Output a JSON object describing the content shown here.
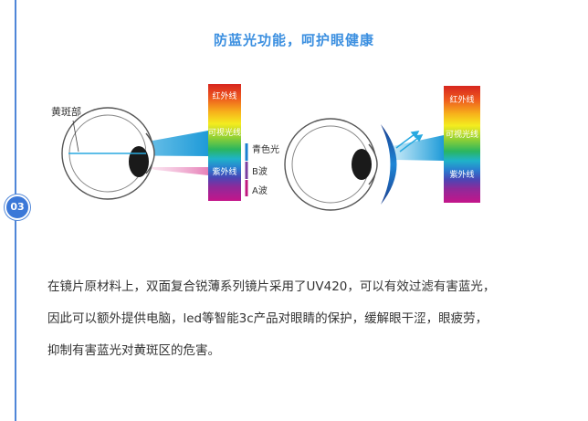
{
  "title": "防蓝光功能，呵护眼健康",
  "step_badge": "03",
  "left_figure": {
    "macula_label": "黄斑部",
    "spectrum": [
      "红外线",
      "可视光线",
      "紫外线"
    ],
    "bracket_labels": [
      "青色光",
      "B波",
      "A波"
    ]
  },
  "right_figure": {
    "spectrum": [
      "红外线",
      "可视光线",
      "紫外线"
    ]
  },
  "paragraph": [
    "在镜片原材料上，双面复合锐薄系列镜片采用了UV420，可以有效过滤有害蓝光，",
    "因此可以额外提供电脑，led等智能3c产品对眼睛的保护，缓解眼干涩，眼疲劳，",
    "抑制有害蓝光对黄斑区的危害。"
  ],
  "colors": {
    "accent": "#3b8fe0",
    "timeline": "#4f86d8",
    "beam": "#29a9e0",
    "uv_beam": "#e680b8",
    "bracket": "#1a7fd0",
    "bracket_magenta": "#c0187f"
  }
}
